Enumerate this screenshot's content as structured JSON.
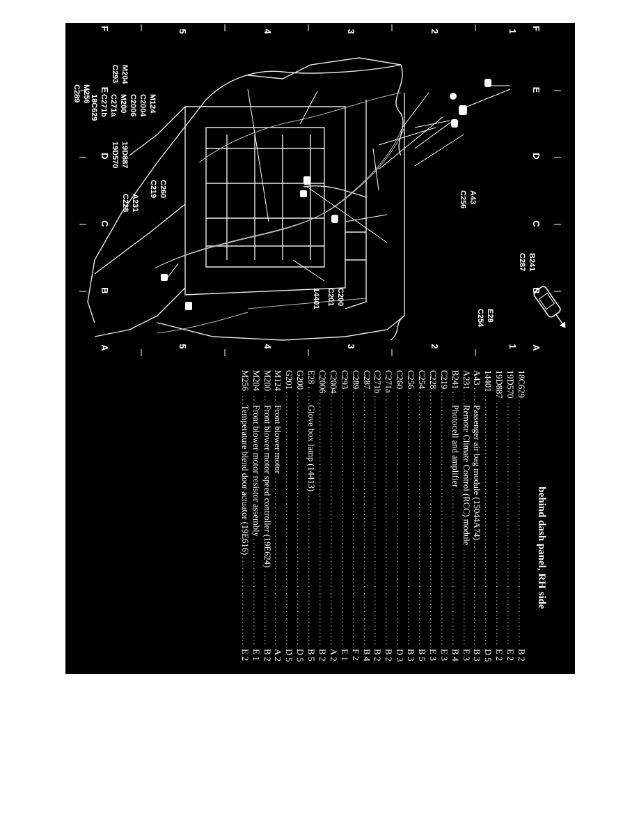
{
  "diagram": {
    "row_letters_top": [
      "A",
      "B",
      "C",
      "D",
      "E",
      "F"
    ],
    "row_letters_bottom": [
      "A",
      "B",
      "C",
      "D",
      "E",
      "F"
    ],
    "col_numbers_left": [
      "1",
      "2",
      "3",
      "4",
      "5"
    ],
    "col_numbers_right": [
      "1",
      "2",
      "3",
      "4",
      "5"
    ],
    "callouts": {
      "m124_group": "M124\nC2004\nC2006\nM200\nC271a\nC271b\n18C629",
      "a43": "A43\nC256",
      "b241": "B241\nC287",
      "e28": "E28\nC254",
      "m204": "M204\nC293",
      "m256": "M256\nC289",
      "d887": "19D887\n19D570",
      "c260": "C260\nC219",
      "a231": "A231\nC228",
      "c200": "C200\nC201",
      "g14401": "14401"
    }
  },
  "legend": {
    "title": "behind dash panel, RH side",
    "rows": [
      {
        "code": "18C629",
        "desc": "",
        "loc": "B 2"
      },
      {
        "code": "19D570",
        "desc": "",
        "loc": "E 2"
      },
      {
        "code": "19D887",
        "desc": "",
        "loc": "E 2"
      },
      {
        "code": "14401",
        "desc": "",
        "loc": "D 5"
      },
      {
        "code": "A43 .",
        "desc": "Passenger air bag module (15044A74)",
        "loc": "B 3"
      },
      {
        "code": "A231",
        "desc": "Remote Climate Control (RCC) module",
        "loc": "E 3"
      },
      {
        "code": "B241 .",
        "desc": "Photocell and amplifier",
        "loc": "B 4"
      },
      {
        "code": "C219",
        "desc": "",
        "loc": "E 3"
      },
      {
        "code": "C228",
        "desc": "",
        "loc": "E 3"
      },
      {
        "code": "C254",
        "desc": "",
        "loc": "B 5"
      },
      {
        "code": "C256",
        "desc": "",
        "loc": "B 3"
      },
      {
        "code": "C260",
        "desc": "",
        "loc": "D 3"
      },
      {
        "code": "C271a",
        "desc": "",
        "loc": "B 2"
      },
      {
        "code": "C271b",
        "desc": "",
        "loc": "B 2"
      },
      {
        "code": "C287",
        "desc": "",
        "loc": "B 4"
      },
      {
        "code": "C289",
        "desc": "",
        "loc": "F 2"
      },
      {
        "code": "C293",
        "desc": "",
        "loc": "E 1"
      },
      {
        "code": "C2004",
        "desc": "",
        "loc": "A 2"
      },
      {
        "code": "C2006",
        "desc": "",
        "loc": "B 2"
      },
      {
        "code": "E28 .",
        "desc": "Glove box lamp (14413)",
        "loc": "B 5"
      },
      {
        "code": "G200",
        "desc": "",
        "loc": "D 5"
      },
      {
        "code": "G201",
        "desc": "",
        "loc": "D 5"
      },
      {
        "code": "M124",
        "desc": "Front blower motor",
        "loc": "A 2"
      },
      {
        "code": "M200",
        "desc": "Front blower motor speed controller (19E624)",
        "loc": "B 2"
      },
      {
        "code": "M204",
        "desc": "Front blower motor resistor assembly",
        "loc": "E 1"
      },
      {
        "code": "M256",
        "desc": "Temperature blend door actuator (19E616)",
        "loc": "E 2"
      }
    ]
  }
}
